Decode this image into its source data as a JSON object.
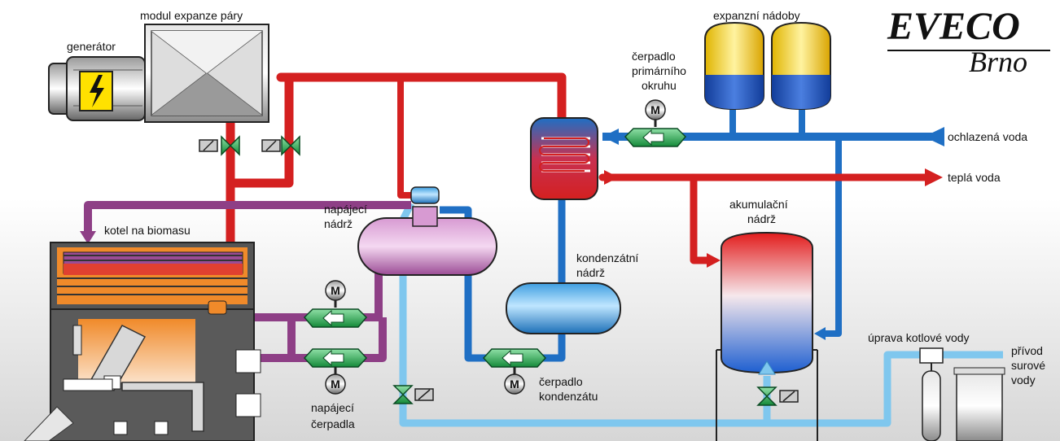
{
  "brand": {
    "line1": "EVECO",
    "line2": "Brno"
  },
  "labels": {
    "steam_module": "modul expanze páry",
    "generator": "generátor",
    "expansion_tanks": "expanzní nádoby",
    "primary_pump_l1": "čerpadlo",
    "primary_pump_l2": "primárního",
    "primary_pump_l3": "okruhu",
    "cooled_water": "ochlazená voda",
    "warm_water": "teplá voda",
    "boiler": "kotel na biomasu",
    "feed_tank_l1": "napájecí",
    "feed_tank_l2": "nádrž",
    "accum_tank_l1": "akumulační",
    "accum_tank_l2": "nádrž",
    "condensate_tank_l1": "kondenzátní",
    "condensate_tank_l2": "nádrž",
    "feed_pumps_l1": "napájecí",
    "feed_pumps_l2": "čerpadla",
    "condensate_pump_l1": "čerpadlo",
    "condensate_pump_l2": "kondenzátu",
    "water_treatment": "úprava kotlové vody",
    "raw_water_l1": "přívod",
    "raw_water_l2": "surové",
    "raw_water_l3": "vody",
    "motor_symbol": "M"
  },
  "colors": {
    "hot_pipe": "#d42020",
    "cold_pipe": "#1f6fc4",
    "light_pipe": "#7fc7ee",
    "feed_pipe": "#8e3f86",
    "valve": "#1fa24a",
    "boiler_body": "#5a5a5a",
    "boiler_fire": "#f08a2a"
  }
}
